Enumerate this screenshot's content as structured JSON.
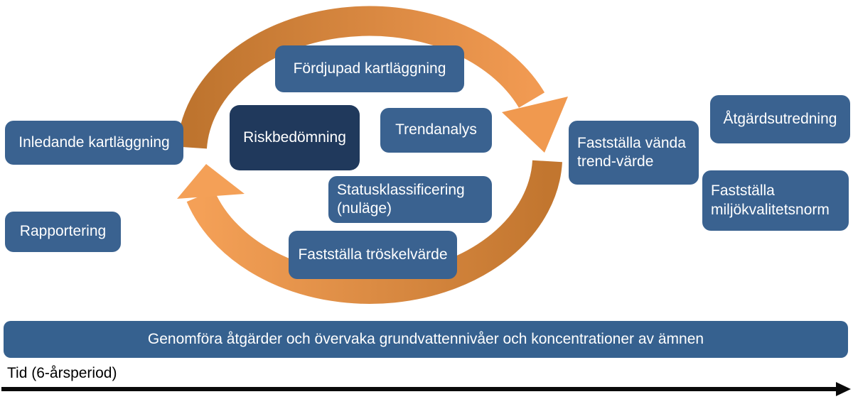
{
  "diagram": {
    "cycle_steps": [
      {
        "label": "Inledande kartläggning"
      },
      {
        "label": "Rapportering"
      },
      {
        "label": "Fördjupad kartläggning"
      },
      {
        "label": "Riskbedömning",
        "emphasis": "dark"
      },
      {
        "label": "Trendanalys"
      },
      {
        "label": "Statusklassificering (nuläge)"
      },
      {
        "label": "Fastställa tröskelvärde"
      },
      {
        "label": "Fastställa vända trend-värde"
      },
      {
        "label": "Åtgärdsutredning"
      },
      {
        "label": "Fastställa miljökvalitetsnorm"
      }
    ],
    "banner_label": "Genomföra åtgärder och övervaka grundvattennivåer och koncentrationer av ämnen",
    "timeline_label": "Tid (6-årsperiod)"
  },
  "colors": {
    "box_blue": "#3A6290",
    "box_dark_blue": "#20395C",
    "banner_blue": "#36618F",
    "arrow_orange_dark": "#C2762F",
    "arrow_orange_light": "#F19A52",
    "timeline_black": "#0A0A0A",
    "text_white": "#FFFFFF"
  }
}
